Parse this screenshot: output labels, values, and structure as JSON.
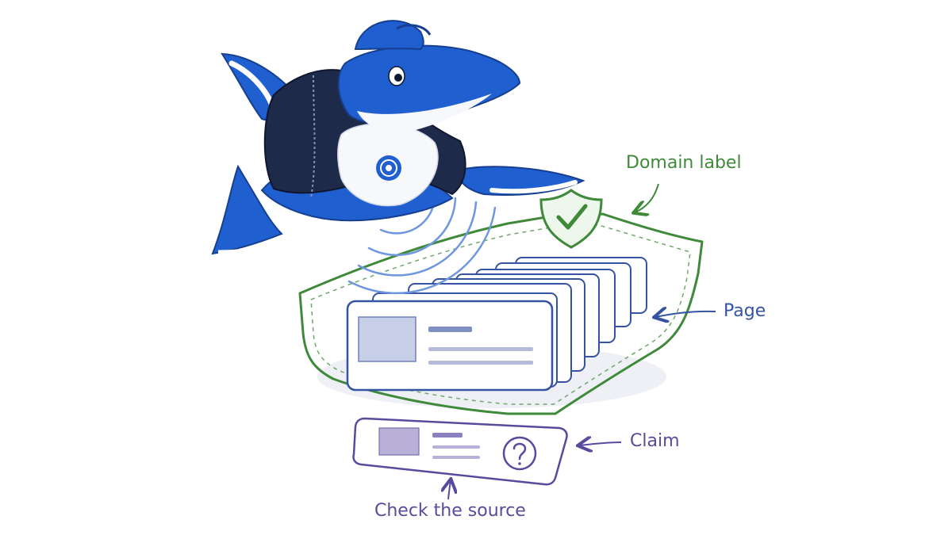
{
  "labels": {
    "domain": "Domain label",
    "page": "Page",
    "claim": "Claim",
    "check_source": "Check the source"
  },
  "icons": {
    "mascot": "whale-mascot-icon",
    "shield": "shield-check-icon",
    "signal": "signal-waves-icon",
    "claim_mark": "question-mark-icon"
  },
  "colors": {
    "domain_green": "#3f8a3a",
    "page_blue": "#3553a3",
    "claim_purple": "#5a4a9e",
    "whale_blue": "#1f5fd0",
    "hoodie_navy": "#1e2a4a"
  },
  "counts": {
    "page_cards": 8
  }
}
